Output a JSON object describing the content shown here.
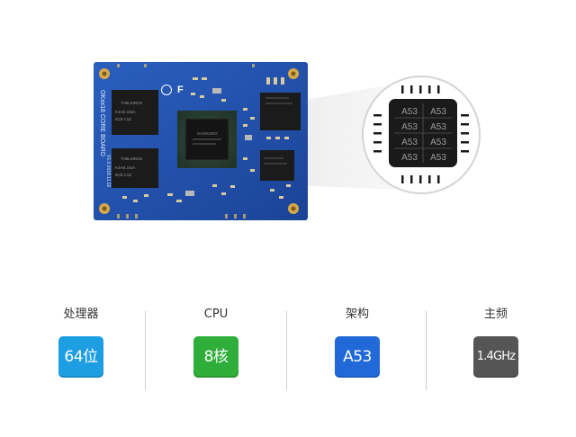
{
  "board": {
    "silkscreen_title": "OKxx18 CORE BOARD",
    "silkscreen_version": "V1.0 2018.11.02",
    "logo_text": "F"
  },
  "memory_chips": [
    {
      "line1": "7H5LK591S",
      "line2": "K4A8 J16A",
      "line3": "5C8 C1Z"
    },
    {
      "line1": "7H5LK591S",
      "line2": "K4A8 J16A",
      "line3": "5C8 C1Z"
    }
  ],
  "soc_chip": {
    "brand": "SAMSUNG"
  },
  "cores": [
    "A53",
    "A53",
    "A53",
    "A53",
    "A53",
    "A53",
    "A53",
    "A53"
  ],
  "specs": [
    {
      "label": "处理器",
      "value": "64位",
      "color": "#1d9ee3"
    },
    {
      "label": "CPU",
      "value": "8核",
      "color": "#2fae3a"
    },
    {
      "label": "架构",
      "value": "A53",
      "color": "#2169d9"
    },
    {
      "label": "主频",
      "value": "1.4GHz",
      "color": "#555555"
    }
  ],
  "colors": {
    "pcb": "#1f4ea6",
    "gold": "#d6a84a",
    "chip": "#1a1a1a"
  }
}
